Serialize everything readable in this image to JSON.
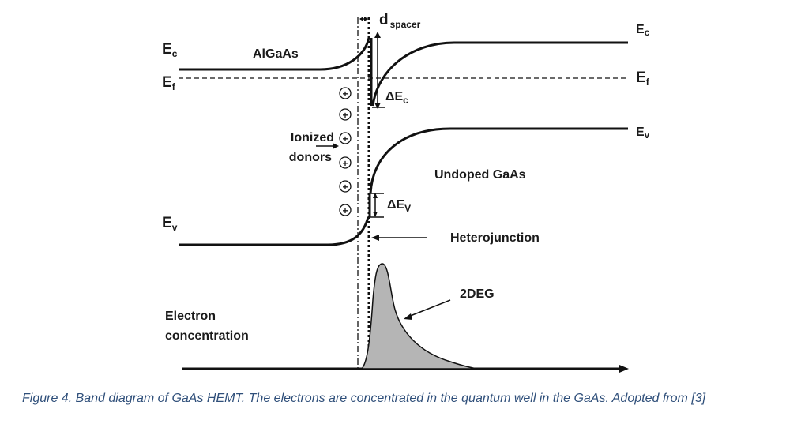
{
  "labels": {
    "ec_left": "E",
    "ec_left_sub": "c",
    "ef_left": "E",
    "ef_left_sub": "f",
    "ev_left": "E",
    "ev_left_sub": "v",
    "ec_right": "E",
    "ec_right_sub": "c",
    "ef_right": "E",
    "ef_right_sub": "f",
    "ev_right": "E",
    "ev_right_sub": "v",
    "algaas": "AlGaAs",
    "d": "d",
    "d_sub": "spacer",
    "delta_ec": "ΔE",
    "delta_ec_sub": "c",
    "delta_ev": "ΔE",
    "delta_ev_sub": "V",
    "ionized_1": "Ionized",
    "ionized_2": "donors",
    "donor_symbol": "+",
    "undoped": "Undoped GaAs",
    "hetero": "Heterojunction",
    "twodeg": "2DEG",
    "electron_1": "Electron",
    "electron_2": "concentration"
  },
  "caption": "Figure 4. Band diagram of GaAs HEMT. The electrons are concentrated in the quantum well in the GaAs. Adopted from [3]",
  "colors": {
    "line": "#111111",
    "peak_fill": "#b5b5b5",
    "caption": "#2f4f7a"
  }
}
